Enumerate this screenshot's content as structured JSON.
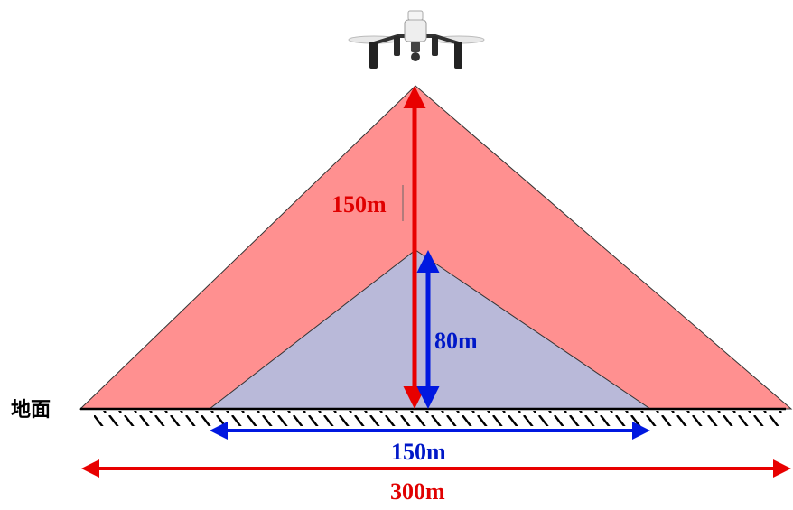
{
  "labels": {
    "ground": "地面",
    "outer_height": "150m",
    "inner_height": "80m",
    "inner_width": "150m",
    "outer_width": "300m"
  },
  "colors": {
    "outer_fill": "#ff9090",
    "inner_fill": "#b9b9d9",
    "red_arrow": "#e80000",
    "blue_arrow": "#0018e0",
    "outer_text": "#e00000",
    "inner_text": "#0018c8",
    "ground": "#000000"
  },
  "icons": {
    "drone": "drone-icon"
  }
}
